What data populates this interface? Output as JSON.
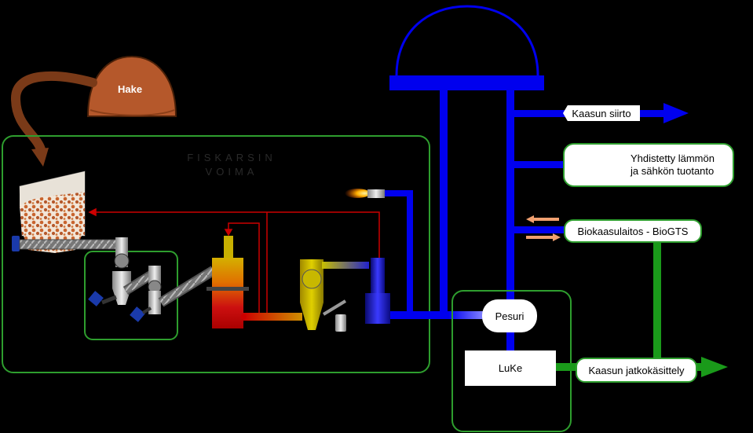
{
  "hopper_label": "Hake",
  "company": {
    "line1": "FISKARSIN",
    "line2": "VOIMA"
  },
  "outputs": {
    "gas_transfer": "Kaasun siirto",
    "chp_line1": "Yhdistetty lämmön",
    "chp_line2": "ja sähkön tuotanto",
    "biogas_plant": "Biokaasulaitos - BioGTS"
  },
  "scrubber": "Pesuri",
  "luke": "LuKe",
  "further_processing": "Kaasun jatkokäsittely",
  "colors": {
    "gas_line": "#0000ee",
    "flow_green": "#1a9a1a",
    "box_border": "#2e9e2e",
    "hot_line": "#cc0000",
    "wood_chip": "#b5582b"
  }
}
